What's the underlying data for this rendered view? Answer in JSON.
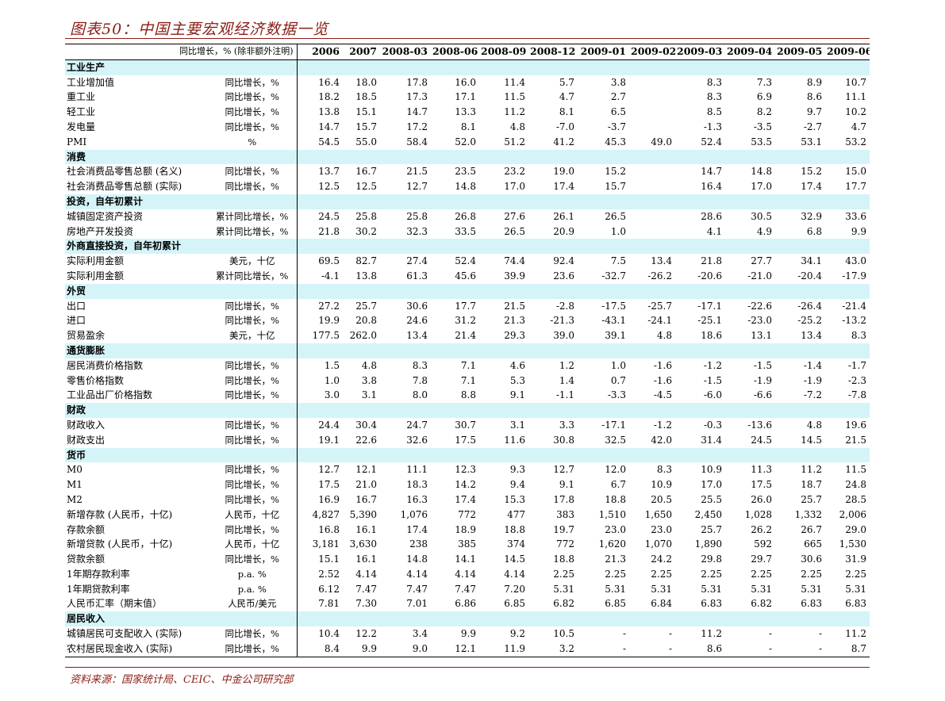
{
  "title": "图表50：中国主要宏观经济数据一览",
  "footer": "资料来源：国家统计局、CEIC、中金公司研究部",
  "header": {
    "unit_label": "同比增长，% (除非额外注明)",
    "columns": [
      "2006",
      "2007",
      "2008-03",
      "2008-06",
      "2008-09",
      "2008-12",
      "2009-01",
      "2009-02",
      "2009-03",
      "2009-04",
      "2009-05",
      "2009-06"
    ]
  },
  "colors": {
    "title": "#8b1c14",
    "section_bg": "#d4f4f8"
  },
  "sections": [
    {
      "name": "工业生产",
      "rows": [
        {
          "name": "工业增加值",
          "unit": "同比增长，%",
          "values": [
            "16.4",
            "18.0",
            "17.8",
            "16.0",
            "11.4",
            "5.7",
            "3.8",
            "",
            "8.3",
            "7.3",
            "8.9",
            "10.7"
          ]
        },
        {
          "name": "重工业",
          "unit": "同比增长，%",
          "values": [
            "18.2",
            "18.5",
            "17.3",
            "17.1",
            "11.5",
            "4.7",
            "2.7",
            "",
            "8.3",
            "6.9",
            "8.6",
            "11.1"
          ]
        },
        {
          "name": "轻工业",
          "unit": "同比增长，%",
          "values": [
            "13.8",
            "15.1",
            "14.7",
            "13.3",
            "11.2",
            "8.1",
            "6.5",
            "",
            "8.5",
            "8.2",
            "9.7",
            "10.2"
          ]
        },
        {
          "name": "发电量",
          "unit": "同比增长，%",
          "values": [
            "14.7",
            "15.7",
            "17.2",
            "8.1",
            "4.8",
            "-7.0",
            "-3.7",
            "",
            "-1.3",
            "-3.5",
            "-2.7",
            "4.7"
          ]
        },
        {
          "name": "PMI",
          "unit": "%",
          "values": [
            "54.5",
            "55.0",
            "58.4",
            "52.0",
            "51.2",
            "41.2",
            "45.3",
            "49.0",
            "52.4",
            "53.5",
            "53.1",
            "53.2"
          ]
        }
      ]
    },
    {
      "name": "消费",
      "rows": [
        {
          "name": "社会消费品零售总额 (名义)",
          "unit": "同比增长，%",
          "values": [
            "13.7",
            "16.7",
            "21.5",
            "23.5",
            "23.2",
            "19.0",
            "15.2",
            "",
            "14.7",
            "14.8",
            "15.2",
            "15.0"
          ]
        },
        {
          "name": "社会消费品零售总额 (实际)",
          "unit": "同比增长，%",
          "values": [
            "12.5",
            "12.5",
            "12.7",
            "14.8",
            "17.0",
            "17.4",
            "15.7",
            "",
            "16.4",
            "17.0",
            "17.4",
            "17.7"
          ]
        }
      ]
    },
    {
      "name": "投资，自年初累计",
      "rows": [
        {
          "name": "城镇固定资产投资",
          "unit": "累计同比增长，%",
          "values": [
            "24.5",
            "25.8",
            "25.8",
            "26.8",
            "27.6",
            "26.1",
            "26.5",
            "",
            "28.6",
            "30.5",
            "32.9",
            "33.6"
          ]
        },
        {
          "name": "房地产开发投资",
          "unit": "累计同比增长，%",
          "values": [
            "21.8",
            "30.2",
            "32.3",
            "33.5",
            "26.5",
            "20.9",
            "1.0",
            "",
            "4.1",
            "4.9",
            "6.8",
            "9.9"
          ]
        }
      ]
    },
    {
      "name": "外商直接投资，自年初累计",
      "rows": [
        {
          "name": "实际利用金额",
          "unit": "美元，十亿",
          "values": [
            "69.5",
            "82.7",
            "27.4",
            "52.4",
            "74.4",
            "92.4",
            "7.5",
            "13.4",
            "21.8",
            "27.7",
            "34.1",
            "43.0"
          ]
        },
        {
          "name": "实际利用金额",
          "unit": "累计同比增长，%",
          "values": [
            "-4.1",
            "13.8",
            "61.3",
            "45.6",
            "39.9",
            "23.6",
            "-32.7",
            "-26.2",
            "-20.6",
            "-21.0",
            "-20.4",
            "-17.9"
          ]
        }
      ]
    },
    {
      "name": "外贸",
      "rows": [
        {
          "name": "出口",
          "unit": "同比增长，%",
          "values": [
            "27.2",
            "25.7",
            "30.6",
            "17.7",
            "21.5",
            "-2.8",
            "-17.5",
            "-25.7",
            "-17.1",
            "-22.6",
            "-26.4",
            "-21.4"
          ]
        },
        {
          "name": "进口",
          "unit": "同比增长，%",
          "values": [
            "19.9",
            "20.8",
            "24.6",
            "31.2",
            "21.3",
            "-21.3",
            "-43.1",
            "-24.1",
            "-25.1",
            "-23.0",
            "-25.2",
            "-13.2"
          ]
        },
        {
          "name": "贸易盈余",
          "unit": "美元，十亿",
          "values": [
            "177.5",
            "262.0",
            "13.4",
            "21.4",
            "29.3",
            "39.0",
            "39.1",
            "4.8",
            "18.6",
            "13.1",
            "13.4",
            "8.3"
          ]
        }
      ]
    },
    {
      "name": "通货膨胀",
      "rows": [
        {
          "name": "居民消费价格指数",
          "unit": "同比增长，%",
          "values": [
            "1.5",
            "4.8",
            "8.3",
            "7.1",
            "4.6",
            "1.2",
            "1.0",
            "-1.6",
            "-1.2",
            "-1.5",
            "-1.4",
            "-1.7"
          ]
        },
        {
          "name": "零售价格指数",
          "unit": "同比增长，%",
          "values": [
            "1.0",
            "3.8",
            "7.8",
            "7.1",
            "5.3",
            "1.4",
            "0.7",
            "-1.6",
            "-1.5",
            "-1.9",
            "-1.9",
            "-2.3"
          ]
        },
        {
          "name": "工业品出厂价格指数",
          "unit": "同比增长，%",
          "values": [
            "3.0",
            "3.1",
            "8.0",
            "8.8",
            "9.1",
            "-1.1",
            "-3.3",
            "-4.5",
            "-6.0",
            "-6.6",
            "-7.2",
            "-7.8"
          ]
        }
      ]
    },
    {
      "name": "财政",
      "rows": [
        {
          "name": "财政收入",
          "unit": "同比增长，%",
          "values": [
            "24.4",
            "30.4",
            "24.7",
            "30.7",
            "3.1",
            "3.3",
            "-17.1",
            "-1.2",
            "-0.3",
            "-13.6",
            "4.8",
            "19.6"
          ]
        },
        {
          "name": "财政支出",
          "unit": "同比增长，%",
          "values": [
            "19.1",
            "22.6",
            "32.6",
            "17.5",
            "11.6",
            "30.8",
            "32.5",
            "42.0",
            "31.4",
            "24.5",
            "14.5",
            "21.5"
          ]
        }
      ]
    },
    {
      "name": "货币",
      "rows": [
        {
          "name": "M0",
          "unit": "同比增长，%",
          "values": [
            "12.7",
            "12.1",
            "11.1",
            "12.3",
            "9.3",
            "12.7",
            "12.0",
            "8.3",
            "10.9",
            "11.3",
            "11.2",
            "11.5"
          ]
        },
        {
          "name": "M1",
          "unit": "同比增长，%",
          "values": [
            "17.5",
            "21.0",
            "18.3",
            "14.2",
            "9.4",
            "9.1",
            "6.7",
            "10.9",
            "17.0",
            "17.5",
            "18.7",
            "24.8"
          ]
        },
        {
          "name": "M2",
          "unit": "同比增长，%",
          "values": [
            "16.9",
            "16.7",
            "16.3",
            "17.4",
            "15.3",
            "17.8",
            "18.8",
            "20.5",
            "25.5",
            "26.0",
            "25.7",
            "28.5"
          ]
        },
        {
          "name": "新增存款 (人民币，十亿)",
          "unit": "人民币，十亿",
          "values": [
            "4,827",
            "5,390",
            "1,076",
            "772",
            "477",
            "383",
            "1,510",
            "1,650",
            "2,450",
            "1,028",
            "1,332",
            "2,006"
          ]
        },
        {
          "name": "存款余额",
          "unit": "同比增长，%",
          "values": [
            "16.8",
            "16.1",
            "17.4",
            "18.9",
            "18.8",
            "19.7",
            "23.0",
            "23.0",
            "25.7",
            "26.2",
            "26.7",
            "29.0"
          ]
        },
        {
          "name": "新增贷款 (人民币，十亿)",
          "unit": "人民币，十亿",
          "values": [
            "3,181",
            "3,630",
            "238",
            "385",
            "374",
            "772",
            "1,620",
            "1,070",
            "1,890",
            "592",
            "665",
            "1,530"
          ]
        },
        {
          "name": "贷款余额",
          "unit": "同比增长，%",
          "values": [
            "15.1",
            "16.1",
            "14.8",
            "14.1",
            "14.5",
            "18.8",
            "21.3",
            "24.2",
            "29.8",
            "29.7",
            "30.6",
            "31.9"
          ]
        },
        {
          "name": "1年期存款利率",
          "unit": "p.a. %",
          "values": [
            "2.52",
            "4.14",
            "4.14",
            "4.14",
            "4.14",
            "2.25",
            "2.25",
            "2.25",
            "2.25",
            "2.25",
            "2.25",
            "2.25"
          ]
        },
        {
          "name": "1年期贷款利率",
          "unit": "p.a. %",
          "values": [
            "6.12",
            "7.47",
            "7.47",
            "7.47",
            "7.20",
            "5.31",
            "5.31",
            "5.31",
            "5.31",
            "5.31",
            "5.31",
            "5.31"
          ]
        },
        {
          "name": "人民币汇率（期末值）",
          "unit": "人民币/美元",
          "values": [
            "7.81",
            "7.30",
            "7.01",
            "6.86",
            "6.85",
            "6.82",
            "6.85",
            "6.84",
            "6.83",
            "6.82",
            "6.83",
            "6.83"
          ]
        }
      ]
    },
    {
      "name": "居民收入",
      "rows": [
        {
          "name": "城镇居民可支配收入 (实际)",
          "unit": "同比增长，%",
          "values": [
            "10.4",
            "12.2",
            "3.4",
            "9.9",
            "9.2",
            "10.5",
            "-",
            "-",
            "11.2",
            "-",
            "-",
            "11.2"
          ]
        },
        {
          "name": "农村居民现金收入 (实际)",
          "unit": "同比增长，%",
          "values": [
            "8.4",
            "9.9",
            "9.0",
            "12.1",
            "11.9",
            "3.2",
            "-",
            "-",
            "8.6",
            "-",
            "-",
            "8.7"
          ]
        }
      ]
    }
  ]
}
